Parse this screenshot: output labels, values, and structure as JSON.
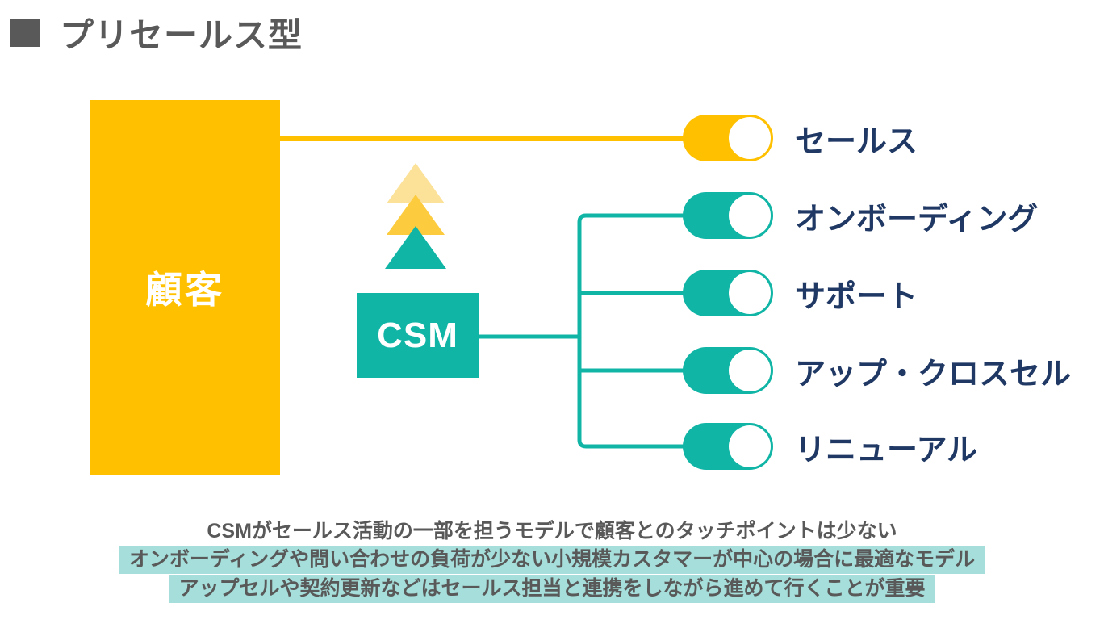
{
  "title": "プリセールス型",
  "diagram": {
    "customer_label": "顧客",
    "csm_label": "CSM",
    "rows": [
      {
        "label": "セールス",
        "pill_color": "#FFC000",
        "connected_to": "customer"
      },
      {
        "label": "オンボーディング",
        "pill_color": "#10B5A6",
        "connected_to": "csm"
      },
      {
        "label": "サポート",
        "pill_color": "#10B5A6",
        "connected_to": "csm"
      },
      {
        "label": "アップ・クロスセル",
        "pill_color": "#10B5A6",
        "connected_to": "csm"
      },
      {
        "label": "リニューアル",
        "pill_color": "#10B5A6",
        "connected_to": "csm"
      }
    ]
  },
  "notes": [
    {
      "text": "CSMがセールス活動の一部を担うモデルで顧客とのタッチポイントは少ない",
      "highlighted": false
    },
    {
      "text": "オンボーディングや問い合わせの負荷が少ない小規模カスタマーが中心の場合に最適なモデル",
      "highlighted": true
    },
    {
      "text": "アップセルや契約更新などはセールス担当と連携をしながら進めて行くことが重要",
      "highlighted": true
    }
  ],
  "colors": {
    "gold": "#FFC000",
    "gold-mid": "#FCCB3E",
    "gold-light": "#FCE299",
    "teal": "#10B5A6",
    "teal-hl": "#A5DEDA",
    "navy": "#1F3864",
    "gray": "#595959"
  }
}
